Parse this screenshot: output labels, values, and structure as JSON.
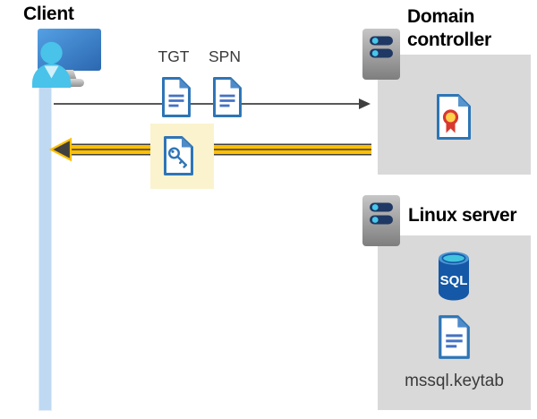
{
  "diagram": {
    "client": {
      "label": "Client"
    },
    "flow": {
      "tgt_label": "TGT",
      "spn_label": "SPN"
    },
    "domain_controller": {
      "label": "Domain controller"
    },
    "linux_server": {
      "label": "Linux server",
      "sql_icon_text": "SQL",
      "keytab_label": "mssql.keytab"
    },
    "icons": {
      "client": "user-at-monitor-icon",
      "tgt": "document-icon",
      "spn": "document-icon",
      "session_ticket": "key-document-icon",
      "domain_controller": "server-icon",
      "domain_controller_panel": "certificate-icon",
      "linux_server": "server-icon",
      "database": "sql-database-icon",
      "keytab": "document-icon"
    },
    "colors": {
      "panel_gray": "#D9D9D9",
      "highlight_yellow": "#FAF3CE",
      "response_arrow_yellow": "#FFC000",
      "arrow_dark": "#404040",
      "request_arrow_gray": "#595959",
      "lifeline_blue": "#BFD9F2",
      "document_blue": "#2E75B6",
      "sql_blue": "#1458A7",
      "certificate_red": "#D8382F",
      "server_bar_navy": "#1F3864",
      "person_cyan": "#49C3E9"
    }
  }
}
